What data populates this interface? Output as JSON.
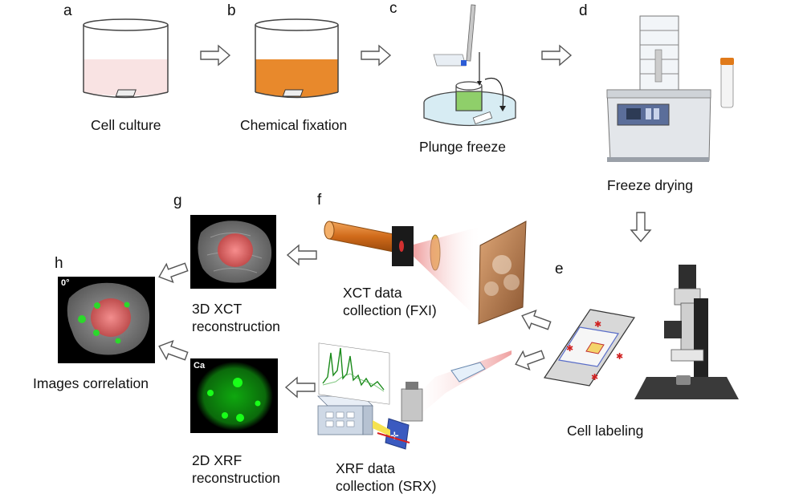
{
  "panels": {
    "a": {
      "letter": "a",
      "caption": "Cell culture"
    },
    "b": {
      "letter": "b",
      "caption": "Chemical fixation"
    },
    "c": {
      "letter": "c",
      "caption": "Plunge freeze"
    },
    "d": {
      "letter": "d",
      "caption": "Freeze drying"
    },
    "e": {
      "letter": "e",
      "caption": "Cell labeling"
    },
    "f": {
      "letter": "f",
      "caption_line1": "XCT data",
      "caption_line2": "collection (FXI)"
    },
    "g": {
      "letter": "g",
      "caption_line1": "3D XCT",
      "caption_line2": "reconstruction"
    },
    "h": {
      "letter": "h",
      "caption": "Images correlation",
      "angle_tag": "0°"
    },
    "xrf": {
      "caption_line1": "XRF data",
      "caption_line2": "collection (SRX)"
    },
    "xrf_recon": {
      "caption_line1": "2D XRF",
      "caption_line2": "reconstruction",
      "element_tag": "Ca"
    }
  },
  "colors": {
    "culture_medium": "#f9e3e3",
    "fixative": "#e8892c",
    "arrow_fill": "#ffffff",
    "arrow_stroke": "#555555",
    "xct_tissue": "#8c8c8c",
    "xct_nucleus": "#e06060",
    "xrf_green": "#19c419",
    "beam_red": "#f2a0a0"
  }
}
